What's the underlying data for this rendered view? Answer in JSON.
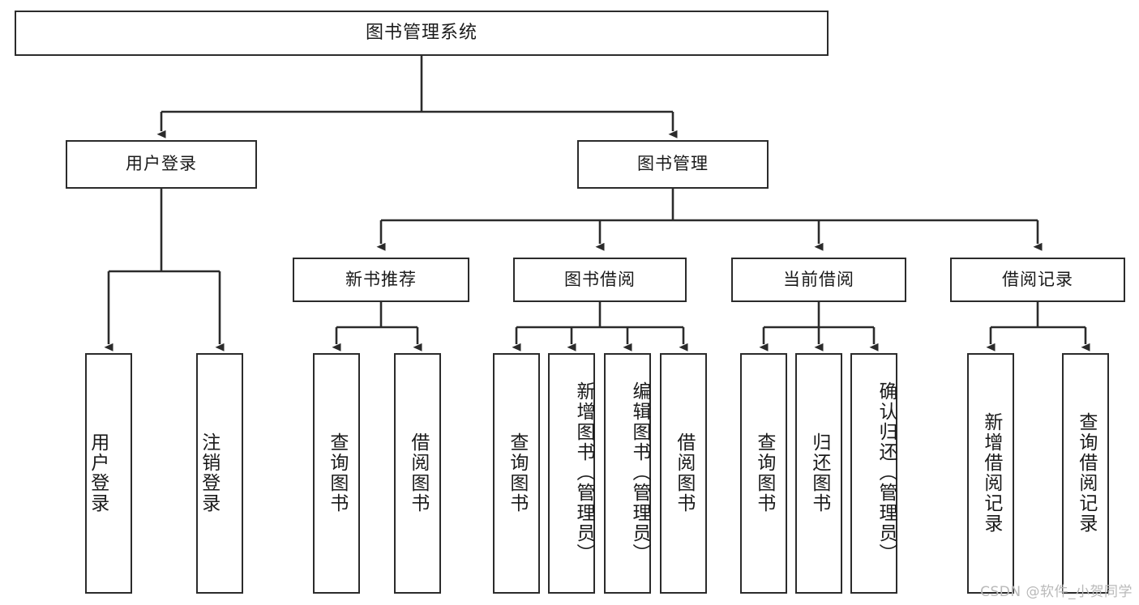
{
  "diagram": {
    "title": "图书管理系统",
    "watermark": "CSDN @软件_小贺同学",
    "colors": {
      "stroke": "#2b2b2b",
      "fill": "#ffffff",
      "text": "#1a1a1a",
      "watermark": "#b9b9b9"
    },
    "levels": {
      "root": {
        "label": "图书管理系统"
      },
      "level2": [
        {
          "label": "用户登录"
        },
        {
          "label": "图书管理"
        }
      ],
      "level3": [
        {
          "label": "新书推荐"
        },
        {
          "label": "图书借阅"
        },
        {
          "label": "当前借阅"
        },
        {
          "label": "借阅记录"
        }
      ],
      "leaves": {
        "user_login": [
          {
            "label": "用户登录"
          },
          {
            "label": "注销登录"
          }
        ],
        "new_book": [
          {
            "label": "查询图书"
          },
          {
            "label": "借阅图书"
          }
        ],
        "book_borrow": [
          {
            "label": "查询图书"
          },
          {
            "label": "新增图书（管理员）"
          },
          {
            "label": "编辑图书（管理员）"
          },
          {
            "label": "借阅图书"
          }
        ],
        "current_borrow": [
          {
            "label": "查询图书"
          },
          {
            "label": "归还图书"
          },
          {
            "label": "确认归还（管理员）"
          }
        ],
        "borrow_record": [
          {
            "label": "新增借阅记录"
          },
          {
            "label": "查询借阅记录"
          }
        ]
      }
    }
  }
}
